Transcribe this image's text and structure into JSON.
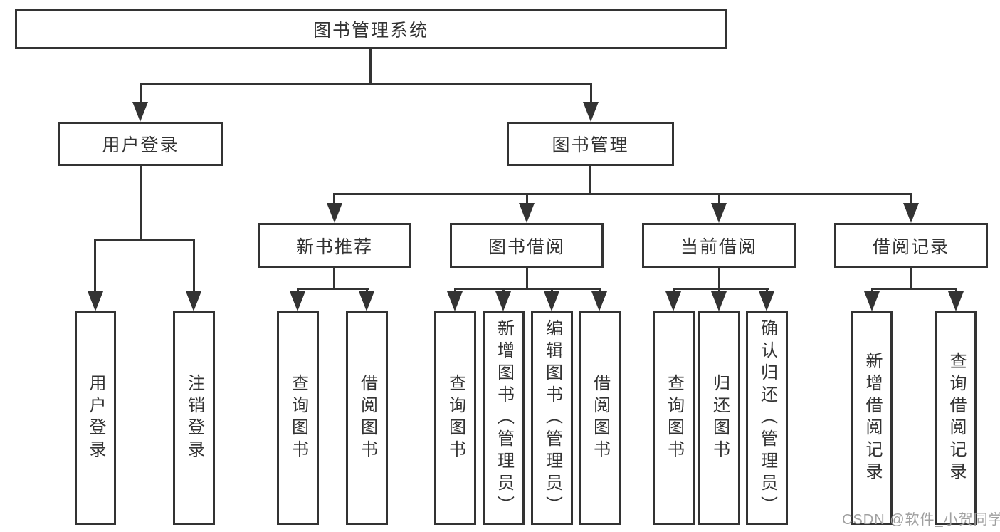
{
  "tree": {
    "root": "图书管理系统",
    "branches": [
      {
        "label": "用户登录",
        "children": [
          "用户登录",
          "注销登录"
        ]
      },
      {
        "label": "图书管理",
        "children": [
          {
            "label": "新书推荐",
            "children": [
              "查询图书",
              "借阅图书"
            ]
          },
          {
            "label": "图书借阅",
            "children": [
              "查询图书",
              "新增图书（管理员）",
              "编辑图书（管理员）",
              "借阅图书"
            ]
          },
          {
            "label": "当前借阅",
            "children": [
              "查询图书",
              "归还图书",
              "确认归还（管理员）"
            ]
          },
          {
            "label": "借阅记录",
            "children": [
              "新增借阅记录",
              "查询借阅记录"
            ]
          }
        ]
      }
    ]
  },
  "watermark": "CSDN @软件_小贺同学",
  "colors": {
    "line": "#333333",
    "box_background": "#ffffff",
    "watermark": "#a0a0a0"
  }
}
